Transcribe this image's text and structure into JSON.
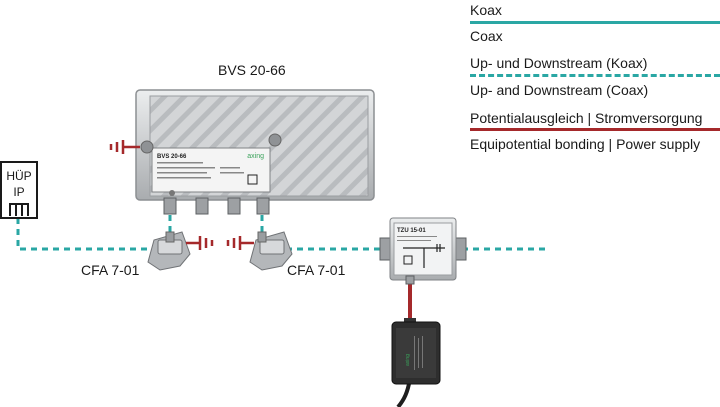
{
  "legend": [
    {
      "de": "Koax",
      "en": "Coax",
      "style": "solid",
      "color": "#2aa7a4"
    },
    {
      "de": "Up- und Downstream (Koax)",
      "en": "Up- and Downstream (Coax)",
      "style": "dashed",
      "color": "#2aa7a4"
    },
    {
      "de": "Potentialausgleich | Stromversorgung",
      "en": "Equipotential bonding | Power supply",
      "style": "solid",
      "color": "#a5292b"
    }
  ],
  "devices": {
    "amplifier": {
      "title": "BVS 20-66",
      "plate_model": "BVS 20-66",
      "brand": "axing"
    },
    "hup": {
      "line1": "HÜP",
      "line2": "IP"
    },
    "clamp_left": {
      "label": "CFA 7-01"
    },
    "clamp_right": {
      "label": "CFA 7-01"
    },
    "coupler": {
      "model": "TZU 15-01"
    }
  },
  "colors": {
    "coax": "#2aa7a4",
    "power": "#a5292b",
    "device_body": "#c9cbcd",
    "device_dark": "#2a2a2a"
  }
}
